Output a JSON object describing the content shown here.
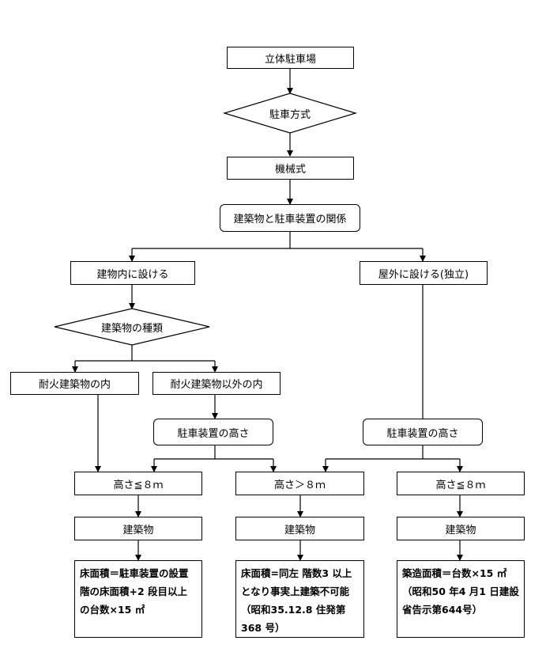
{
  "nodes": {
    "parking": "立体駐車場",
    "method": "駐車方式",
    "mechanical": "機械式",
    "relation": "建築物と駐車装置の関係",
    "inside": "建物内に設ける",
    "outside": "屋外に設ける(独立)",
    "building_type": "建築物の種類",
    "fireproof": "耐火建築物の内",
    "non_fireproof": "耐火建築物以外の内",
    "height_left": "駐車装置の高さ",
    "height_right": "駐車装置の高さ",
    "h_le_8_left": "高さ≦８ｍ",
    "h_gt_8": "高さ＞８ｍ",
    "h_le_8_right": "高さ≦８ｍ",
    "building_1": "建築物",
    "building_2": "建築物",
    "building_3": "建築物"
  },
  "notes": {
    "note_1": "床面積＝駐車装置の設置階の床面積+2 段目以上の台数×15 ㎡",
    "note_2": "床面積=同左 階数3 以上となり事実上建築不可能 （昭和35.12.8 住発第368 号）",
    "note_3": "築造面積＝台数×15 ㎡ （昭和50 年4 月1 日建設省告示第644号）"
  }
}
